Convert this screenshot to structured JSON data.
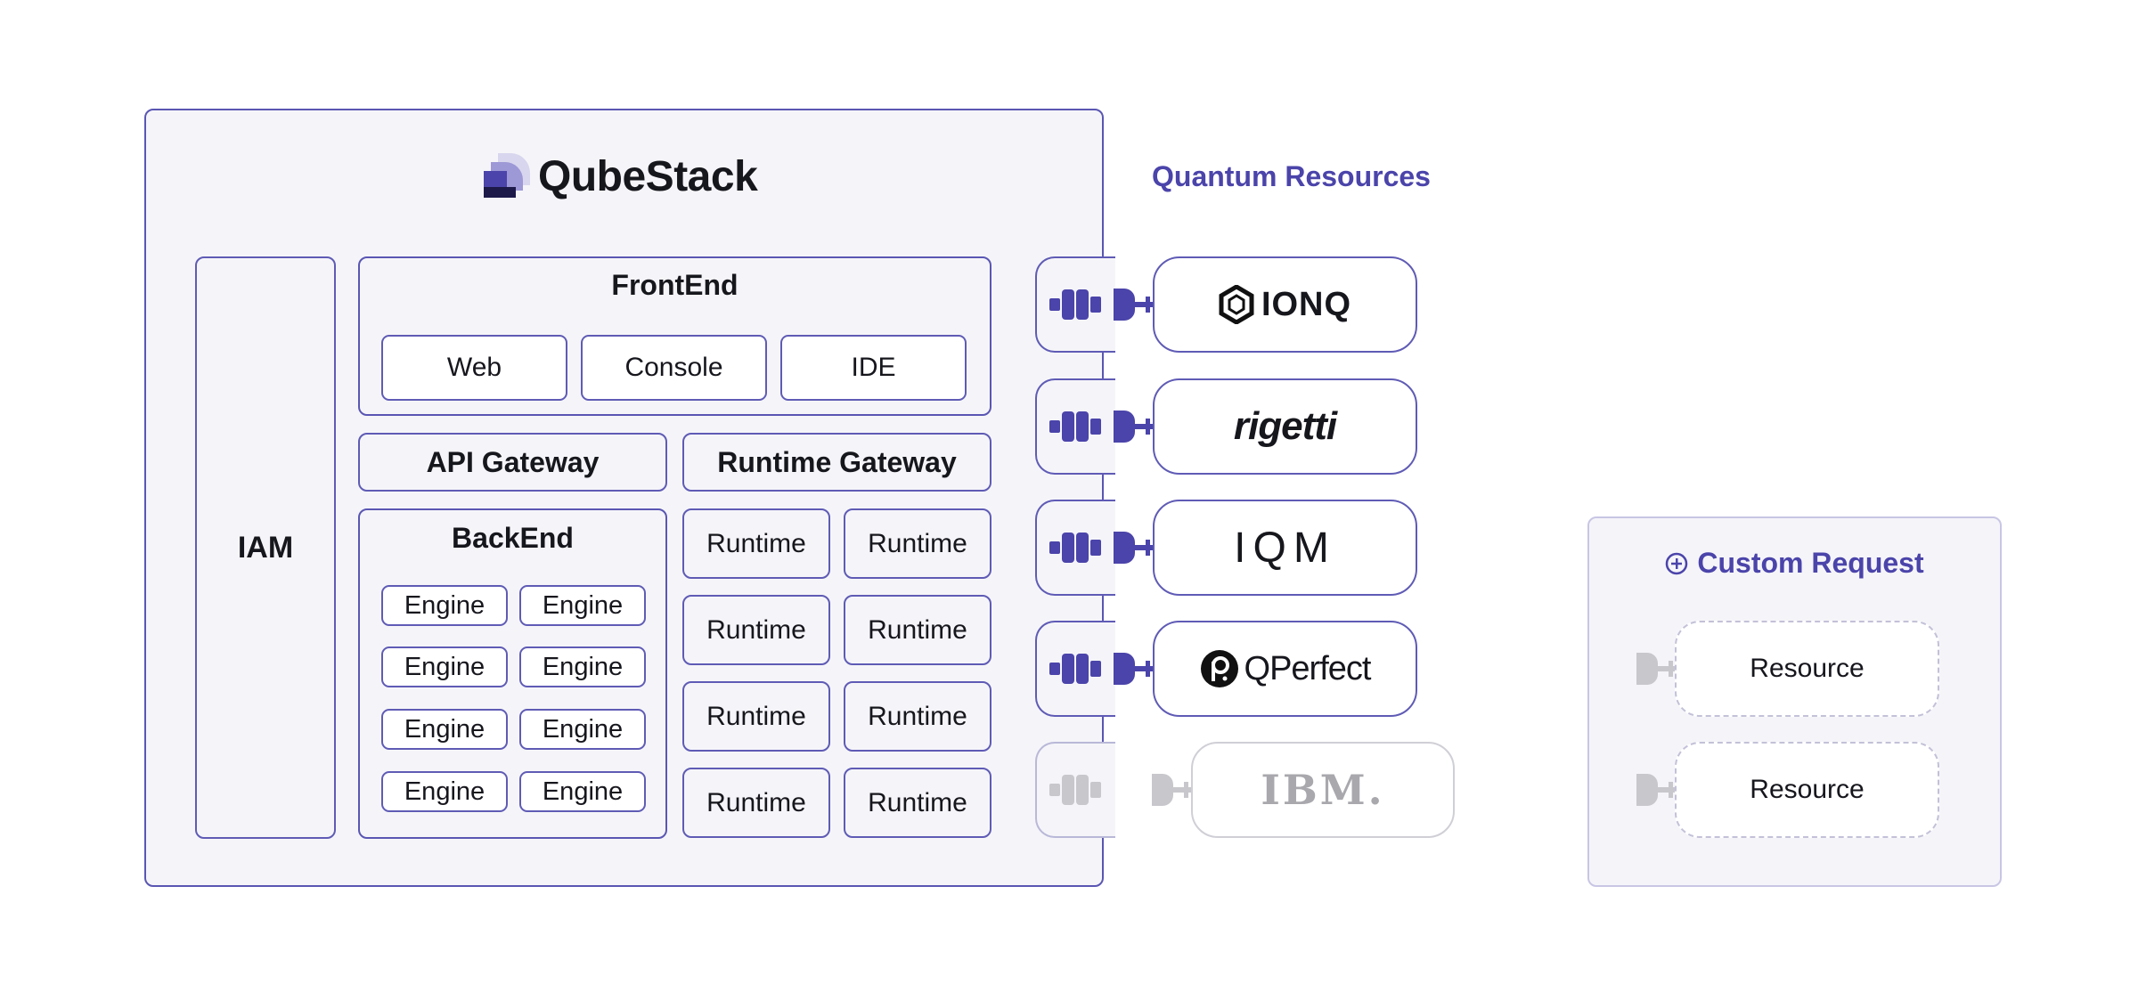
{
  "brand": {
    "name": "QubeStack"
  },
  "iam": {
    "label": "IAM"
  },
  "frontend": {
    "title": "FrontEnd",
    "items": [
      "Web",
      "Console",
      "IDE"
    ]
  },
  "gateways": {
    "api": "API Gateway",
    "runtime": "Runtime Gateway"
  },
  "backend": {
    "title": "BackEnd",
    "engines": [
      "Engine",
      "Engine",
      "Engine",
      "Engine",
      "Engine",
      "Engine",
      "Engine",
      "Engine"
    ]
  },
  "runtimes": [
    "Runtime",
    "Runtime",
    "Runtime",
    "Runtime",
    "Runtime",
    "Runtime",
    "Runtime",
    "Runtime"
  ],
  "quantum_resources": {
    "title": "Quantum Resources",
    "providers": [
      {
        "name": "IONQ",
        "enabled": true
      },
      {
        "name": "rigetti",
        "enabled": true
      },
      {
        "name": "IQM",
        "enabled": true
      },
      {
        "name": "QPerfect",
        "enabled": true
      },
      {
        "name": "IBM.",
        "enabled": false
      }
    ]
  },
  "custom_request": {
    "title": "Custom Request",
    "resources": [
      "Resource",
      "Resource"
    ]
  },
  "colors": {
    "accent": "#4b44aa",
    "border": "#5f5bb5",
    "panel": "#f5f5f9",
    "disabled": "#c8c8cc"
  }
}
